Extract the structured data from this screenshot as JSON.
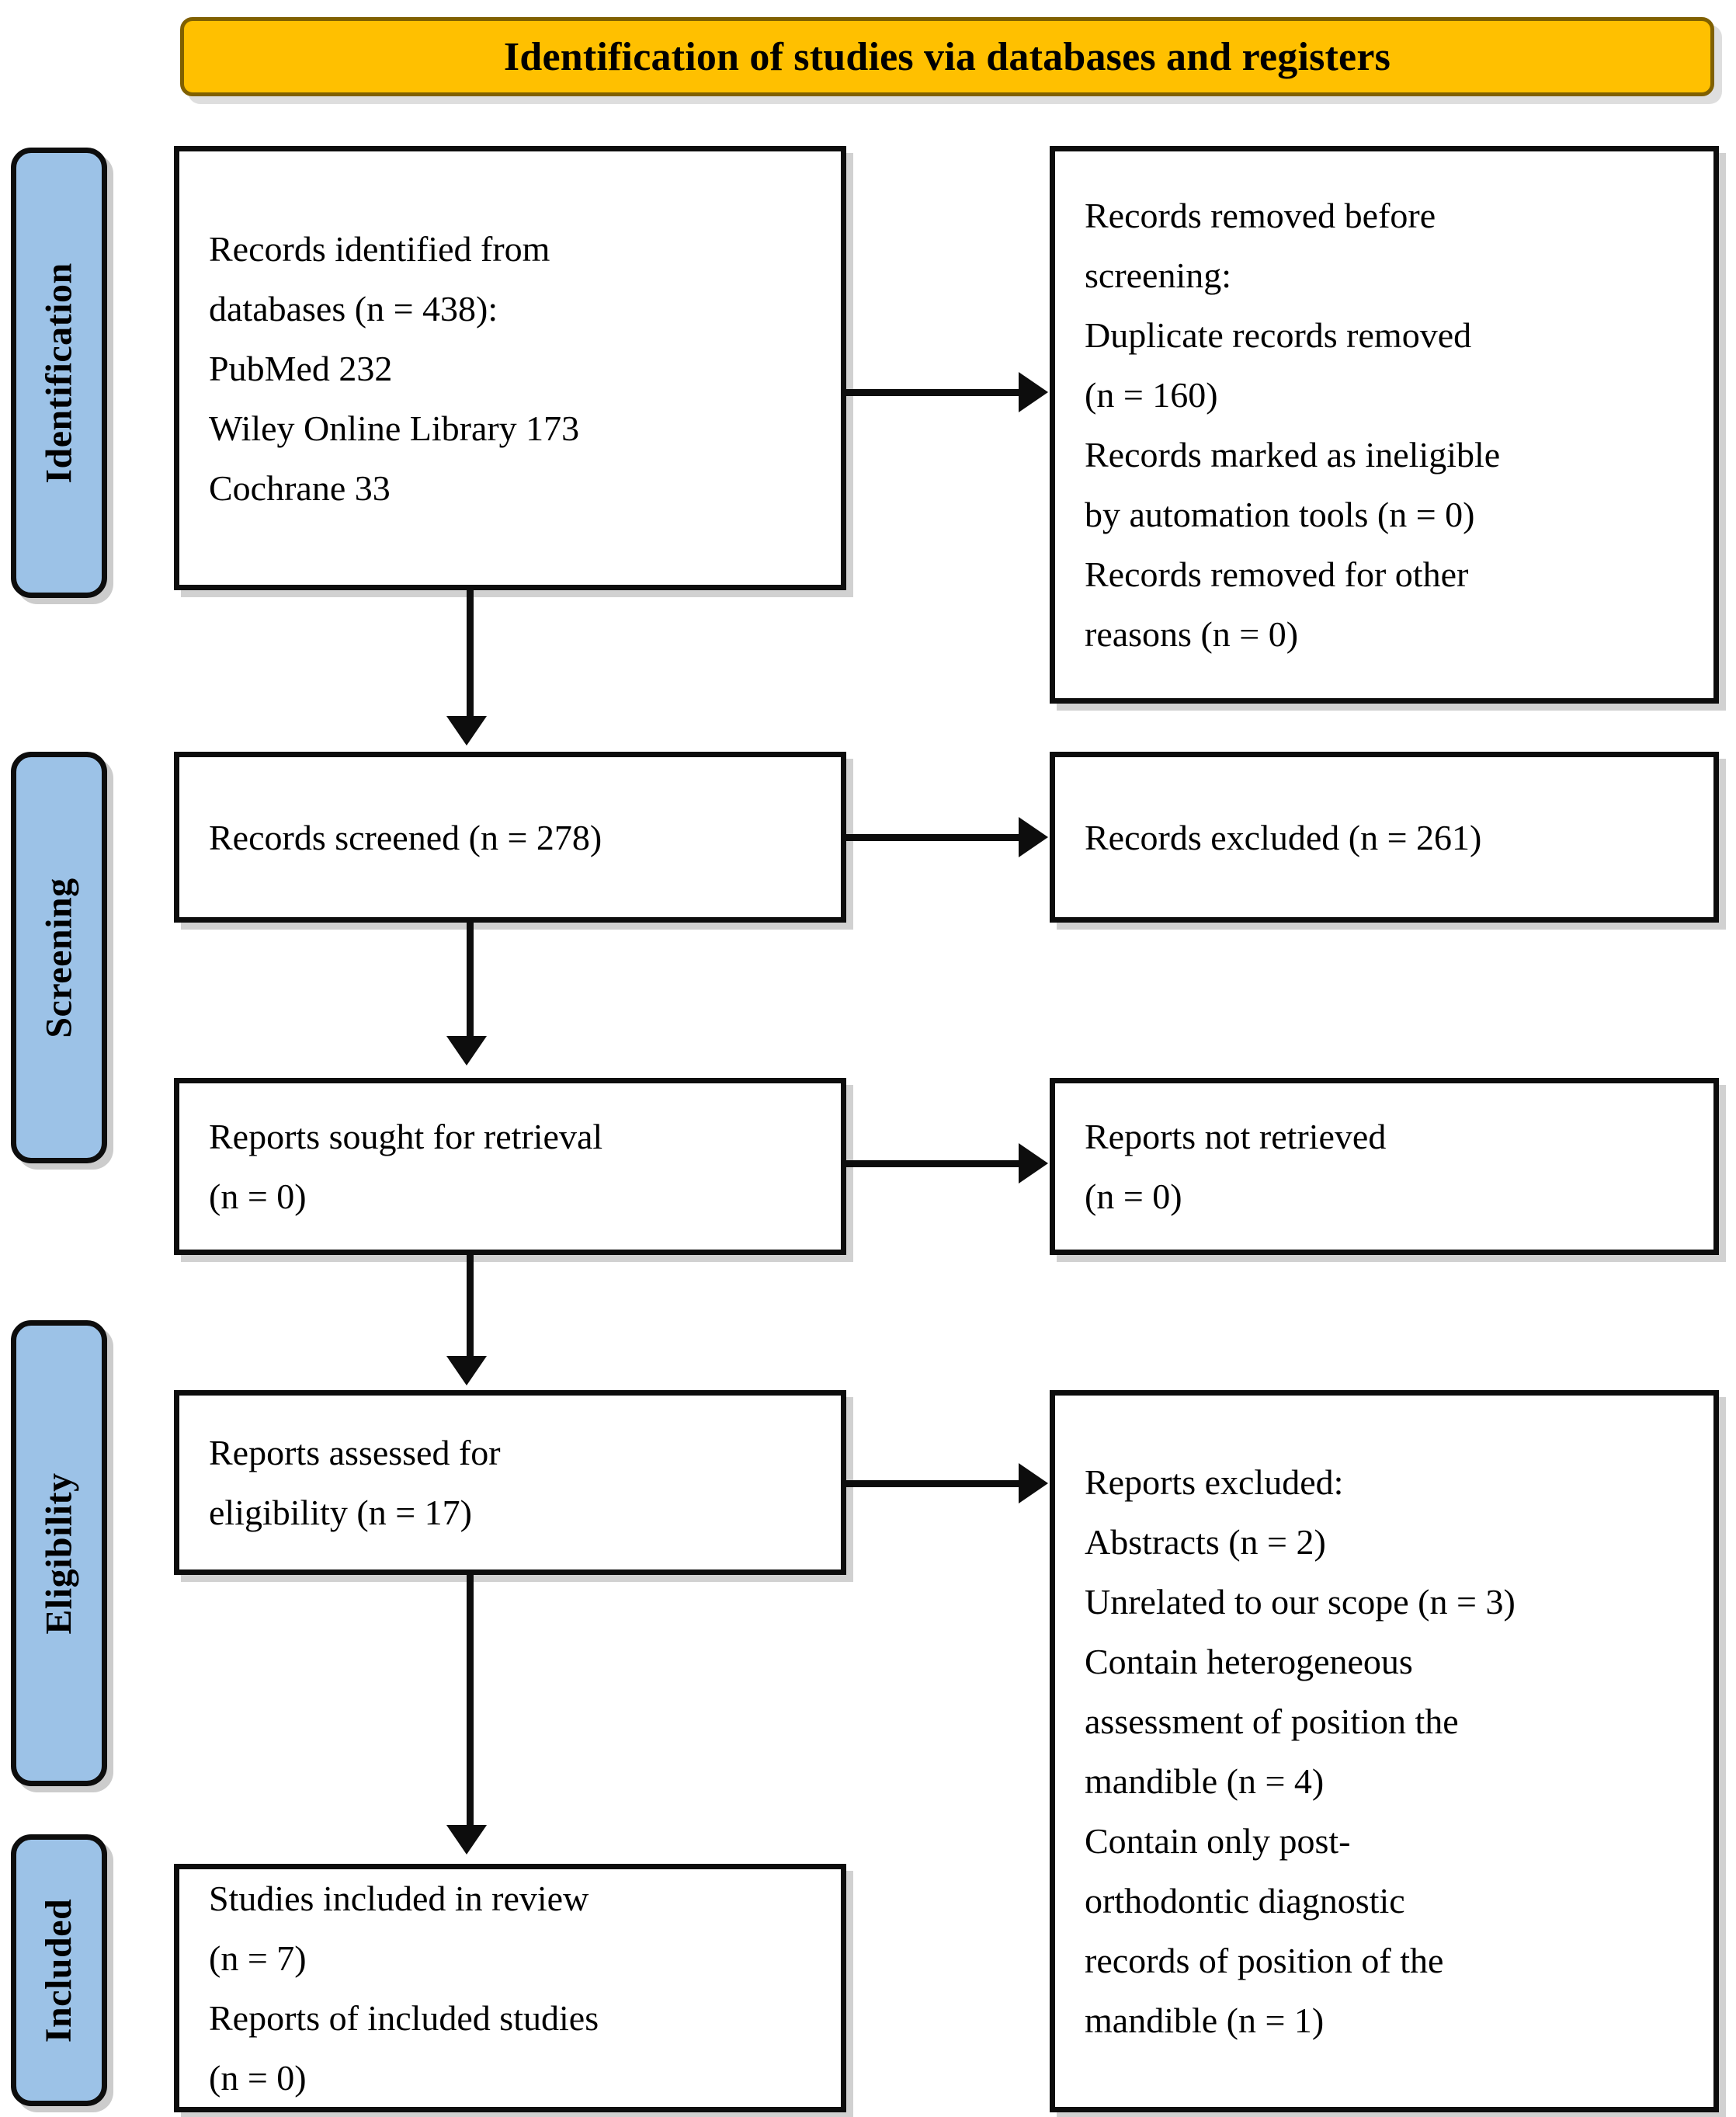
{
  "title": {
    "text": "Identification of studies via databases and registers",
    "background_color": "#FFC000",
    "border_color": "#806000"
  },
  "stages": [
    {
      "key": "identification",
      "label": "Identification"
    },
    {
      "key": "screening",
      "label": "Screening"
    },
    {
      "key": "eligibility",
      "label": "Eligibility"
    },
    {
      "key": "included",
      "label": "Included"
    }
  ],
  "stage_style": {
    "background_color": "#9CC2E7",
    "border_color": "#0D0D0D"
  },
  "boxes": {
    "identified": {
      "lines": [
        "Records identified from",
        "databases (n = 438):",
        "PubMed 232",
        "Wiley Online Library 173",
        "Cochrane 33"
      ]
    },
    "removed": {
      "lines": [
        "Records removed before",
        "screening:",
        "Duplicate records removed",
        "(n = 160)",
        "Records marked as ineligible",
        "by automation tools (n = 0)",
        "Records removed for other",
        "reasons (n = 0)"
      ]
    },
    "screened": {
      "lines": [
        "Records screened (n = 278)"
      ]
    },
    "excluded_screen": {
      "lines": [
        "Records excluded (n = 261)"
      ]
    },
    "sought": {
      "lines": [
        "Reports sought for retrieval",
        "(n = 0)"
      ]
    },
    "not_retrieved": {
      "lines": [
        "Reports not retrieved",
        "(n = 0)"
      ]
    },
    "assessed": {
      "lines": [
        "Reports assessed for",
        "eligibility (n = 17)"
      ]
    },
    "excluded_report": {
      "lines": [
        "Reports excluded:",
        "Abstracts (n = 2)",
        "Unrelated to our scope (n = 3)",
        "Contain heterogeneous",
        "assessment of position the",
        "mandible (n = 4)",
        "Contain only post-",
        "orthodontic diagnostic",
        "records of position of the",
        "mandible (n = 1)"
      ]
    },
    "included": {
      "lines": [
        "Studies included in review",
        "(n = 7)",
        "Reports of included studies",
        "(n = 0)"
      ]
    }
  },
  "chart_data": {
    "type": "diagram",
    "diagram_kind": "PRISMA 2020 flow diagram",
    "title": "Identification of studies via databases and registers",
    "counts": {
      "records_identified_total": 438,
      "records_identified_pubmed": 232,
      "records_identified_wiley_online_library": 173,
      "records_identified_cochrane": 33,
      "duplicate_records_removed": 160,
      "records_marked_ineligible_by_automation_tools": 0,
      "records_removed_other_reasons": 0,
      "records_screened": 278,
      "records_excluded": 261,
      "reports_sought_for_retrieval": 0,
      "reports_not_retrieved": 0,
      "reports_assessed_for_eligibility": 17,
      "reports_excluded_abstracts": 2,
      "reports_excluded_unrelated_to_scope": 3,
      "reports_excluded_heterogeneous_assessment_of_position_the_mandible": 4,
      "reports_excluded_only_post_orthodontic_diagnostic_records": 1,
      "studies_included_in_review": 7,
      "reports_of_included_studies": 0
    },
    "flow": [
      {
        "from": "identified",
        "to": "removed",
        "direction": "right"
      },
      {
        "from": "identified",
        "to": "screened",
        "direction": "down"
      },
      {
        "from": "screened",
        "to": "excluded_screen",
        "direction": "right"
      },
      {
        "from": "screened",
        "to": "sought",
        "direction": "down"
      },
      {
        "from": "sought",
        "to": "not_retrieved",
        "direction": "right"
      },
      {
        "from": "sought",
        "to": "assessed",
        "direction": "down"
      },
      {
        "from": "assessed",
        "to": "excluded_report",
        "direction": "right"
      },
      {
        "from": "assessed",
        "to": "included",
        "direction": "down"
      }
    ]
  }
}
